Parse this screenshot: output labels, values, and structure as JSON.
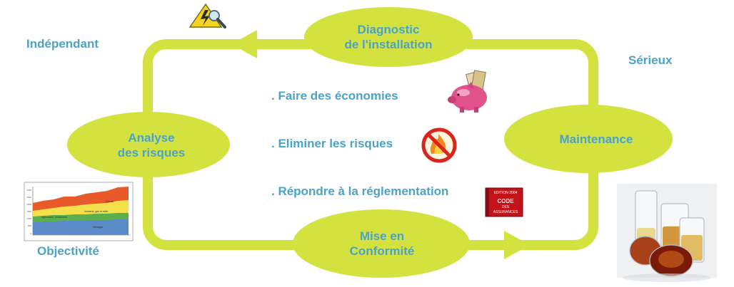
{
  "colors": {
    "loop": "#d4e240",
    "text": "#4aa3c8"
  },
  "nodes": {
    "diagnostic": {
      "line1": "Diagnostic",
      "line2": "de l'installation"
    },
    "analyse": {
      "line1": "Analyse",
      "line2": "des risques"
    },
    "maintenance": {
      "line1": "Maintenance"
    },
    "conformite": {
      "line1": "Mise en",
      "line2": "Conformité"
    }
  },
  "labels": {
    "independant": "Indépendant",
    "serieux": "Sérieux",
    "objectivite": "Objectivité"
  },
  "bullets": [
    {
      "text": ". Faire des économies",
      "icon": "piggy-bank-icon"
    },
    {
      "text": ". Eliminer les risques",
      "icon": "no-fire-icon"
    },
    {
      "text": ". Répondre à la réglementation",
      "icon": "code-book-icon"
    }
  ],
  "images": {
    "book": {
      "line1": "EDITION 2004",
      "line2": "CODE",
      "line3": "DES",
      "line4": "ASSURANCES"
    },
    "chart": {
      "labels": [
        "Grenier",
        "Industrie, gaz et sidér.",
        "Agriculture, horticulture",
        "Ménages"
      ],
      "y_ticks": [
        "3000",
        "2500",
        "2000",
        "1500",
        "1000",
        "500",
        "0"
      ]
    }
  }
}
